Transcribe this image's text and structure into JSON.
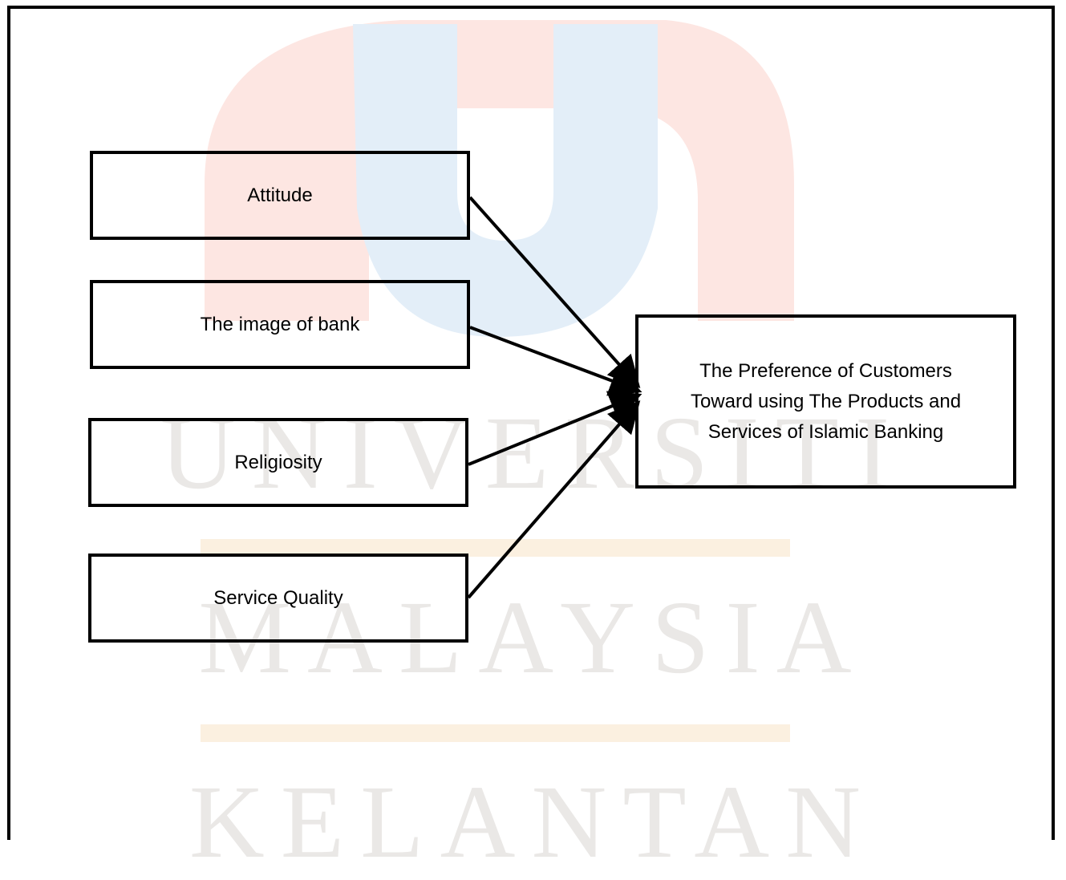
{
  "watermark": {
    "line1": "UNIVERSITI",
    "line2": "MALAYSIA",
    "line3": "KELANTAN",
    "colors": {
      "red": "#fde6e2",
      "blue": "#e3eef8",
      "gold": "#fbf0e0",
      "text": "#eae8e6"
    }
  },
  "diagram": {
    "independent_variables": [
      {
        "label": "Attitude"
      },
      {
        "label": "The image of bank"
      },
      {
        "label": "Religiosity"
      },
      {
        "label": "Service Quality"
      }
    ],
    "dependent_variable": {
      "lines": [
        "The Preference of Customers",
        "Toward using The Products and",
        "Services of Islamic Banking"
      ]
    },
    "arrow_color": "#000000"
  }
}
